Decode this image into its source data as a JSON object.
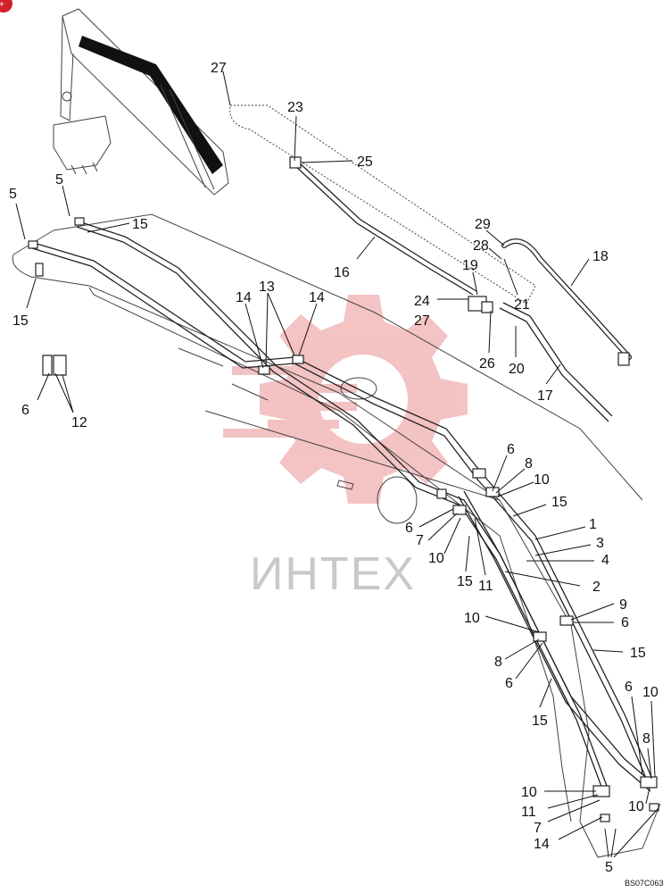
{
  "drawing_code": "BS07C063",
  "watermark_text": "ИНТЕХ",
  "colors": {
    "watermark_gear": "#f2b8b8",
    "watermark_text": "#c9c9c9",
    "corner_badge": "#d4202a",
    "line": "#222222"
  },
  "callouts": [
    {
      "id": "c27a",
      "text": "27"
    },
    {
      "id": "c23",
      "text": "23"
    },
    {
      "id": "c25",
      "text": "25"
    },
    {
      "id": "c5a",
      "text": "5"
    },
    {
      "id": "c5b",
      "text": "5"
    },
    {
      "id": "c15a",
      "text": "15"
    },
    {
      "id": "c15b",
      "text": "15"
    },
    {
      "id": "c29",
      "text": "29"
    },
    {
      "id": "c28",
      "text": "28"
    },
    {
      "id": "c19",
      "text": "19"
    },
    {
      "id": "c18",
      "text": "18"
    },
    {
      "id": "c16",
      "text": "16"
    },
    {
      "id": "c14a",
      "text": "14"
    },
    {
      "id": "c13",
      "text": "13"
    },
    {
      "id": "c14b",
      "text": "14"
    },
    {
      "id": "c24",
      "text": "24"
    },
    {
      "id": "c27b",
      "text": "27"
    },
    {
      "id": "c21",
      "text": "21"
    },
    {
      "id": "c26",
      "text": "26"
    },
    {
      "id": "c20",
      "text": "20"
    },
    {
      "id": "c17",
      "text": "17"
    },
    {
      "id": "c6a",
      "text": "6"
    },
    {
      "id": "c12",
      "text": "12"
    },
    {
      "id": "c6b",
      "text": "6"
    },
    {
      "id": "c8a",
      "text": "8"
    },
    {
      "id": "c10a",
      "text": "10"
    },
    {
      "id": "c15c",
      "text": "15"
    },
    {
      "id": "c1",
      "text": "1"
    },
    {
      "id": "c3",
      "text": "3"
    },
    {
      "id": "c4",
      "text": "4"
    },
    {
      "id": "c6c",
      "text": "6"
    },
    {
      "id": "c7a",
      "text": "7"
    },
    {
      "id": "c10b",
      "text": "10"
    },
    {
      "id": "c15d",
      "text": "15"
    },
    {
      "id": "c11a",
      "text": "11"
    },
    {
      "id": "c2",
      "text": "2"
    },
    {
      "id": "c9",
      "text": "9"
    },
    {
      "id": "c10c",
      "text": "10"
    },
    {
      "id": "c6d",
      "text": "6"
    },
    {
      "id": "c8b",
      "text": "8"
    },
    {
      "id": "c15e",
      "text": "15"
    },
    {
      "id": "c6e",
      "text": "6"
    },
    {
      "id": "c15f",
      "text": "15"
    },
    {
      "id": "c6f",
      "text": "6"
    },
    {
      "id": "c10d",
      "text": "10"
    },
    {
      "id": "c8c",
      "text": "8"
    },
    {
      "id": "c10e",
      "text": "10"
    },
    {
      "id": "c11b",
      "text": "11"
    },
    {
      "id": "c7b",
      "text": "7"
    },
    {
      "id": "c10f",
      "text": "10"
    },
    {
      "id": "c14c",
      "text": "14"
    },
    {
      "id": "c5c",
      "text": "5"
    }
  ]
}
